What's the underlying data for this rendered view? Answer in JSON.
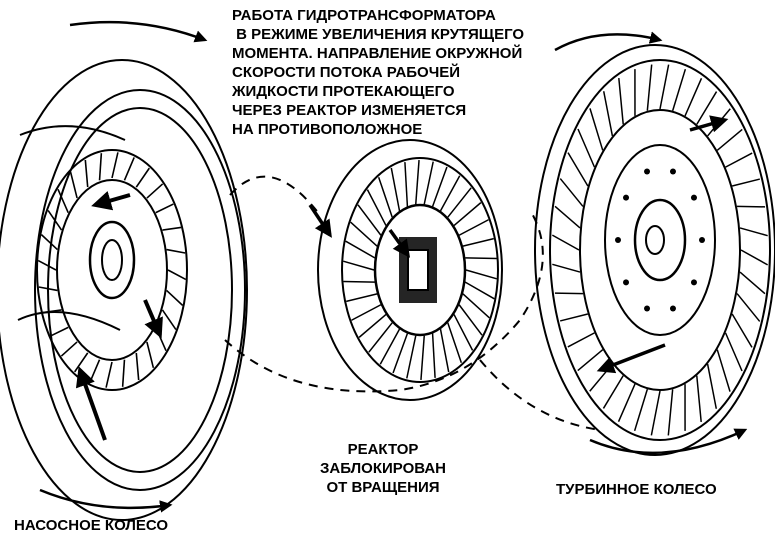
{
  "caption": {
    "lines": [
      "РАБОТА ГИДРОТРАНСФОРМАТОРА",
      " В РЕЖИМЕ УВЕЛИЧЕНИЯ КРУТЯЩЕГО",
      "МОМЕНТА. НАПРАВЛЕНИЕ ОКРУЖНОЙ",
      "СКОРОСТИ ПОТОКА РАБОЧЕЙ",
      "ЖИДКОСТИ ПРОТЕКАЮЩЕГО",
      "ЧЕРЕЗ РЕАКТОР ИЗМЕНЯЕТСЯ",
      "НА ПРОТИВОПОЛОЖНОЕ"
    ]
  },
  "labels": {
    "reactor": [
      "РЕАКТОР",
      "ЗАБЛОКИРОВАН",
      "ОТ ВРАЩЕНИЯ"
    ],
    "turbine": "ТУРБИННОЕ КОЛЕСО",
    "pump": "НАСОСНОЕ КОЛЕСО"
  },
  "colors": {
    "ink": "#000000",
    "paper": "#ffffff"
  }
}
